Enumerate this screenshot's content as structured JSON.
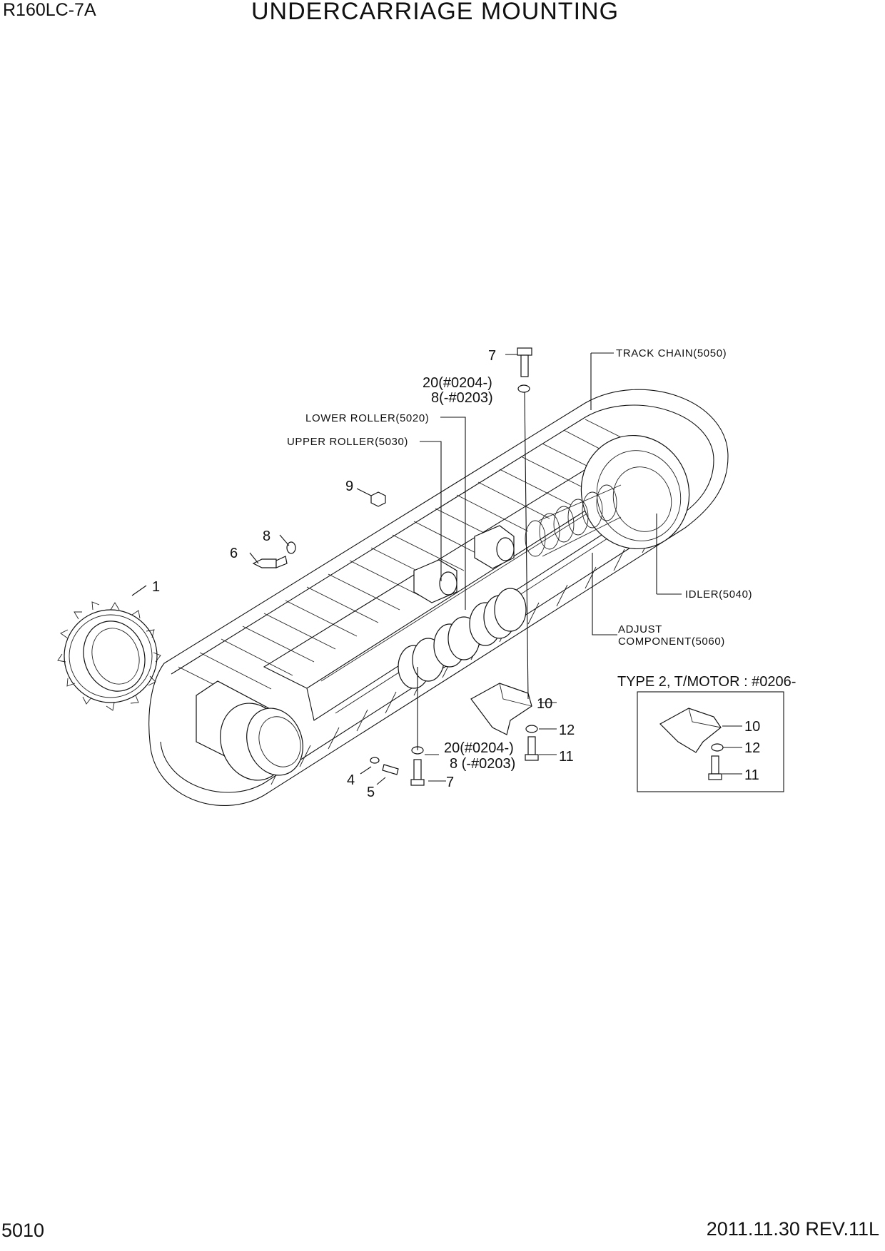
{
  "header": {
    "model": "R160LC-7A",
    "title": "UNDERCARRIAGE MOUNTING"
  },
  "footer": {
    "page": "5010",
    "revision": "2011.11.30  REV.11L"
  },
  "callouts": {
    "p1": "1",
    "p4": "4",
    "p5": "5",
    "p6": "6",
    "p8": "8",
    "p9": "9",
    "p7_top": "7",
    "p7_bottom": "7",
    "p20_top": "20(#0204-)",
    "p8_top": "8(-#0203)",
    "p20_bottom": "20(#0204-)",
    "p8_bottom": "8 (-#0203)",
    "p10": "10",
    "p12": "12",
    "p11": "11"
  },
  "references": {
    "track_chain": "TRACK CHAIN(5050)",
    "lower_roller": "LOWER ROLLER(5020)",
    "upper_roller": "UPPER ROLLER(5030)",
    "idler": "IDLER(5040)",
    "adjust_1": "ADJUST",
    "adjust_2": "COMPONENT(5060)"
  },
  "inset": {
    "title": "TYPE 2, T/MOTOR : #0206-",
    "p10": "10",
    "p12": "12",
    "p11": "11"
  }
}
